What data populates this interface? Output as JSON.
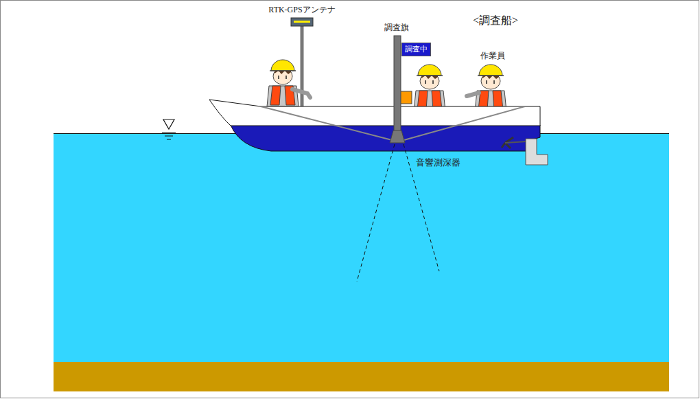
{
  "diagram": {
    "nodes": [
      {
        "text": [
          "調査中"
        ]
      }
    ],
    "labels": [
      "RTK-GPSアンテナ",
      "<調査船>",
      "調査旗",
      "作業員",
      "音響測深器"
    ]
  }
}
